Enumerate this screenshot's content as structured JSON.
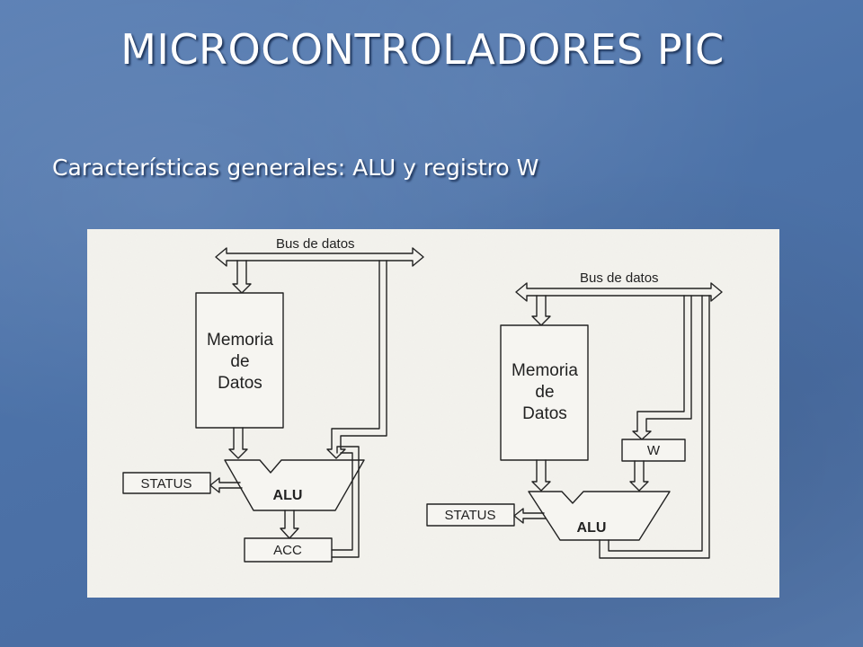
{
  "slide": {
    "title": "MICROCONTROLADORES PIC",
    "subtitle": "Características generales: ALU y registro W"
  },
  "diagram_left": {
    "bus_label": "Bus de datos",
    "memory_label": [
      "Memoria",
      "de",
      "Datos"
    ],
    "status_label": "STATUS",
    "alu_label": "ALU",
    "acc_label": "ACC"
  },
  "diagram_right": {
    "bus_label": "Bus de datos",
    "memory_label": [
      "Memoria",
      "de",
      "Datos"
    ],
    "w_label": "W",
    "status_label": "STATUS",
    "alu_label": "ALU"
  },
  "colors": {
    "background": "#4c72a8",
    "text": "#ffffff",
    "figure_background": "#f3f2ed",
    "lines": "#222222"
  }
}
